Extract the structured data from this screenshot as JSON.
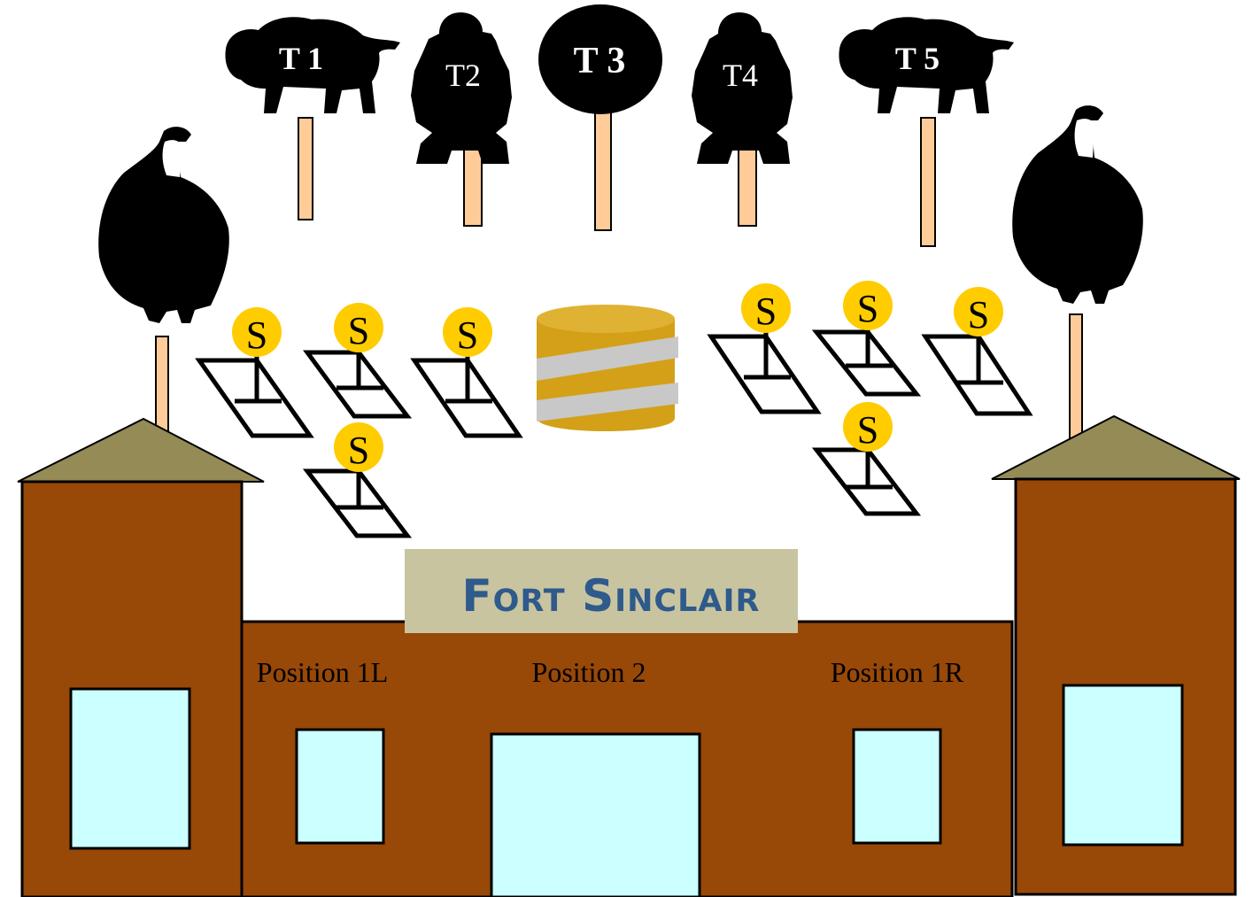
{
  "targets": [
    {
      "id": "t1",
      "label": "T 1",
      "shape": "bison",
      "text_color": "#ffffff"
    },
    {
      "id": "t2",
      "label": "T2",
      "shape": "silhouette",
      "text_color": "#ffffff"
    },
    {
      "id": "t3",
      "label": "T 3",
      "shape": "circle",
      "text_color": "#ffffff"
    },
    {
      "id": "t4",
      "label": "T4",
      "shape": "silhouette",
      "text_color": "#ffffff"
    },
    {
      "id": "t5",
      "label": "T 5",
      "shape": "bison",
      "text_color": "#ffffff"
    }
  ],
  "steel_target_label": "S",
  "steel_target_count": 8,
  "vultures": [
    "vulture-left",
    "vulture-right"
  ],
  "barrel": {
    "name": "barrel"
  },
  "fort": {
    "sign": "Fort Sinclair",
    "positions": [
      "Position 1L",
      "Position 2",
      "Position 1R"
    ]
  },
  "colors": {
    "building": "#984807",
    "roof": "#958b57",
    "window": "#ccffff",
    "sign_bg": "#c9c4a0",
    "sign_text": "#2e5a8c",
    "steel": "#ffcc00",
    "stake": "#ffcc99",
    "barrel": "#d4a017",
    "barrel_band": "#c8c8c8"
  }
}
